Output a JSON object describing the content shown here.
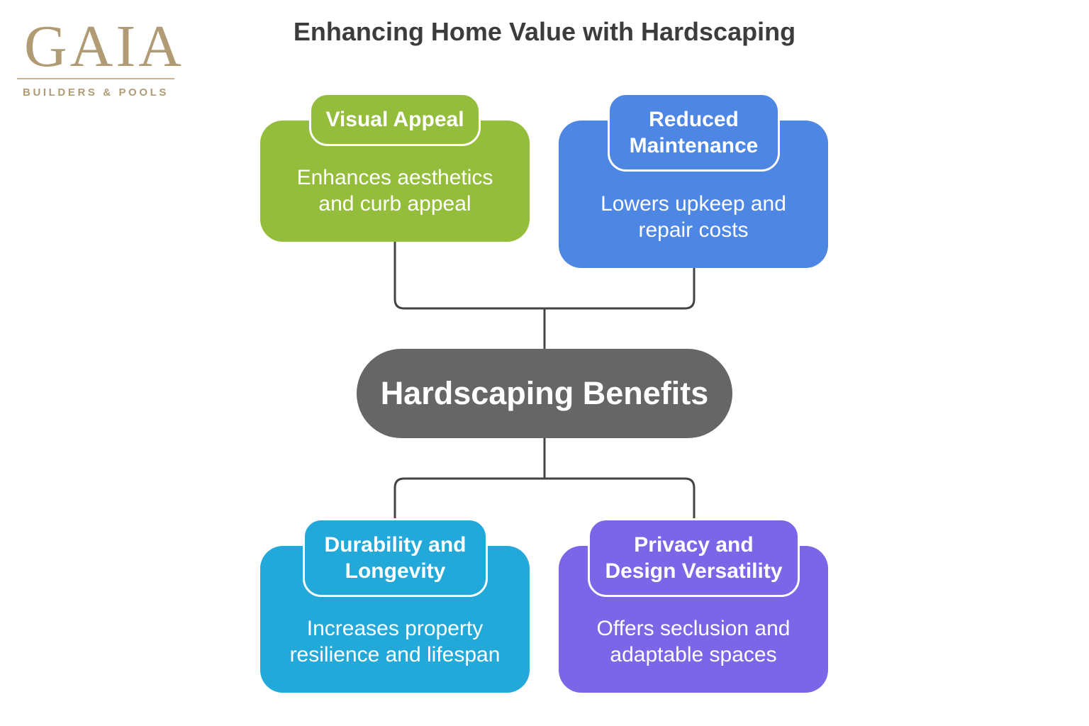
{
  "logo": {
    "wordmark": "GAIA",
    "tagline": "BUILDERS & POOLS",
    "color": "#b19b74"
  },
  "title": "Enhancing Home Value with Hardscaping",
  "center": {
    "label": "Hardscaping Benefits",
    "color": "#666666"
  },
  "benefits": [
    {
      "title": "Visual Appeal",
      "description": "Enhances aesthetics\nand curb appeal",
      "color": "#93bd3b"
    },
    {
      "title": "Reduced\nMaintenance",
      "description": "Lowers upkeep and\nrepair costs",
      "color": "#4e86e3"
    },
    {
      "title": "Durability and\nLongevity",
      "description": "Increases property\nresilience and lifespan",
      "color": "#22a9d9"
    },
    {
      "title": "Privacy and\nDesign Versatility",
      "description": "Offers seclusion and\nadaptable spaces",
      "color": "#7c66e8"
    }
  ],
  "connector_color": "#444444"
}
